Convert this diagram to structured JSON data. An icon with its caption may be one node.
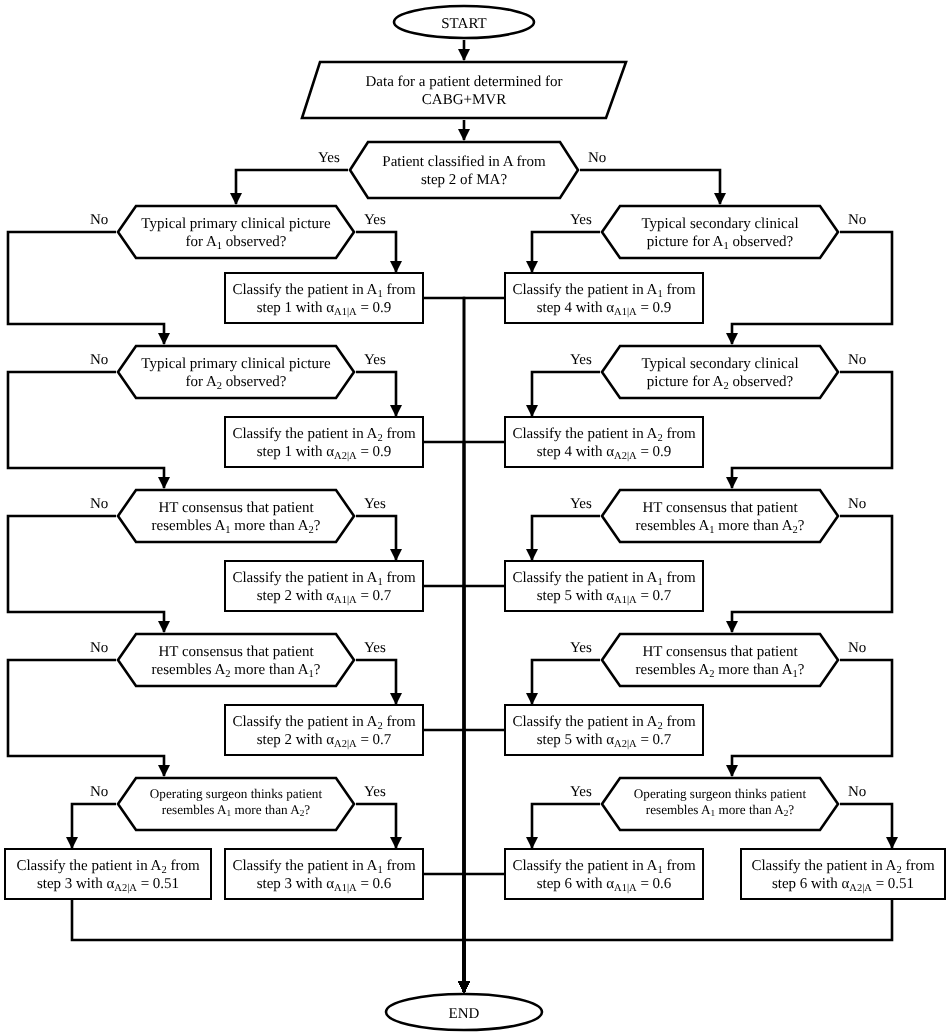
{
  "diagram": {
    "nodes": [
      {
        "text": [
          "START"
        ]
      },
      {
        "text": [
          "Data for a patient determined for CABG+MVR"
        ]
      },
      {
        "text": [
          "Patient classified in A from step 2 of MA?"
        ]
      },
      {
        "text": [
          "Typical primary clinical picture for A$_{1}$ observed?"
        ]
      },
      {
        "text": [
          "Typical secondary clinical picture for A$_{1}$ observed?"
        ]
      },
      {
        "text": [
          "Classify the patient in A$_{1}$ from step 1 with α$_{A1|A}$ = 0.9"
        ]
      },
      {
        "text": [
          "Classify the patient in A$_{1}$ from step 4 with α$_{A1|A}$ = 0.9"
        ]
      },
      {
        "text": [
          "Typical primary clinical picture for A$_{2}$ observed?"
        ]
      },
      {
        "text": [
          "Typical secondary clinical picture for A$_{2}$ observed?"
        ]
      },
      {
        "text": [
          "Classify the patient in A$_{2}$ from step 1 with α$_{A2|A}$ = 0.9"
        ]
      },
      {
        "text": [
          "Classify the patient in A$_{2}$ from step 4 with α$_{A2|A}$ = 0.9"
        ]
      },
      {
        "text": [
          "HT consensus that patient resembles A$_{1}$ more than A$_{2}$?"
        ]
      },
      {
        "text": [
          "HT consensus that patient resembles A$_{1}$ more than A$_{2}$?"
        ]
      },
      {
        "text": [
          "Classify the patient in A$_{1}$ from step 2 with α$_{A1|A}$ = 0.7"
        ]
      },
      {
        "text": [
          "Classify the patient in A$_{1}$ from step 5 with α$_{A1|A}$ = 0.7"
        ]
      },
      {
        "text": [
          "HT consensus that patient resembles A$_{2}$ more than A$_{1}$?"
        ]
      },
      {
        "text": [
          "HT consensus that patient resembles A$_{2}$ more than A$_{1}$?"
        ]
      },
      {
        "text": [
          "Classify the patient in A$_{2}$ from step 2 with α$_{A2|A}$ = 0.7"
        ]
      },
      {
        "text": [
          "Classify the patient in A$_{2}$ from step 5 with α$_{A2|A}$ = 0.7"
        ]
      },
      {
        "text": [
          "Operating surgeon thinks patient resembles A$_{1}$ more than A$_{2}$?"
        ]
      },
      {
        "text": [
          "Operating surgeon thinks patient resembles A$_{1}$ more than A$_{2}$?"
        ]
      },
      {
        "text": [
          "Classify the patient in A$_{2}$ from step 3 with α$_{A2|A}$ = 0.51"
        ]
      },
      {
        "text": [
          "Classify the patient in A$_{1}$ from step 3 with α$_{A1|A}$ = 0.6"
        ]
      },
      {
        "text": [
          "Classify the patient in A$_{1}$ from step 6 with α$_{A1|A}$ = 0.6"
        ]
      },
      {
        "text": [
          "Classify the patient in A$_{2}$ from step 6 with α$_{A2|A}$ = 0.51"
        ]
      },
      {
        "text": [
          "END"
        ]
      }
    ],
    "edges": [
      {
        "from": 0,
        "to": 1,
        "arrow": "to"
      },
      {
        "from": 1,
        "to": 2,
        "arrow": "to"
      },
      {
        "from": 2,
        "to": 3,
        "label": "Yes",
        "arrow": "to"
      },
      {
        "from": 2,
        "to": 4,
        "label": "No",
        "arrow": "to"
      },
      {
        "from": 3,
        "to": 5,
        "label": "Yes",
        "arrow": "to"
      },
      {
        "from": 3,
        "to": 7,
        "label": "No",
        "arrow": "to"
      },
      {
        "from": 4,
        "to": 6,
        "label": "Yes",
        "arrow": "to"
      },
      {
        "from": 4,
        "to": 8,
        "label": "No",
        "arrow": "to"
      },
      {
        "from": 7,
        "to": 9,
        "label": "Yes",
        "arrow": "to"
      },
      {
        "from": 7,
        "to": 11,
        "label": "No",
        "arrow": "to"
      },
      {
        "from": 8,
        "to": 10,
        "label": "Yes",
        "arrow": "to"
      },
      {
        "from": 8,
        "to": 12,
        "label": "No",
        "arrow": "to"
      },
      {
        "from": 11,
        "to": 13,
        "label": "Yes",
        "arrow": "to"
      },
      {
        "from": 11,
        "to": 15,
        "label": "No",
        "arrow": "to"
      },
      {
        "from": 12,
        "to": 14,
        "label": "Yes",
        "arrow": "to"
      },
      {
        "from": 12,
        "to": 16,
        "label": "No",
        "arrow": "to"
      },
      {
        "from": 15,
        "to": 17,
        "label": "Yes",
        "arrow": "to"
      },
      {
        "from": 15,
        "to": 19,
        "label": "No",
        "arrow": "to"
      },
      {
        "from": 16,
        "to": 18,
        "label": "Yes",
        "arrow": "to"
      },
      {
        "from": 16,
        "to": 20,
        "label": "No",
        "arrow": "to"
      },
      {
        "from": 19,
        "to": 21,
        "label": "No",
        "arrow": "to"
      },
      {
        "from": 19,
        "to": 22,
        "label": "Yes",
        "arrow": "to"
      },
      {
        "from": 20,
        "to": 23,
        "label": "Yes",
        "arrow": "to"
      },
      {
        "from": 20,
        "to": 24,
        "label": "No",
        "arrow": "to"
      },
      {
        "from": 5,
        "to": 25,
        "arrow": "to"
      },
      {
        "from": 6,
        "to": 25,
        "arrow": "to"
      },
      {
        "from": 9,
        "to": 25,
        "arrow": "to"
      },
      {
        "from": 10,
        "to": 25,
        "arrow": "to"
      },
      {
        "from": 13,
        "to": 25,
        "arrow": "to"
      },
      {
        "from": 14,
        "to": 25,
        "arrow": "to"
      },
      {
        "from": 17,
        "to": 25,
        "arrow": "to"
      },
      {
        "from": 18,
        "to": 25,
        "arrow": "to"
      },
      {
        "from": 22,
        "to": 25,
        "arrow": "to"
      },
      {
        "from": 23,
        "to": 25,
        "arrow": "to"
      },
      {
        "from": 21,
        "to": 25,
        "arrow": "to"
      },
      {
        "from": 24,
        "to": 25,
        "arrow": "to"
      }
    ]
  }
}
